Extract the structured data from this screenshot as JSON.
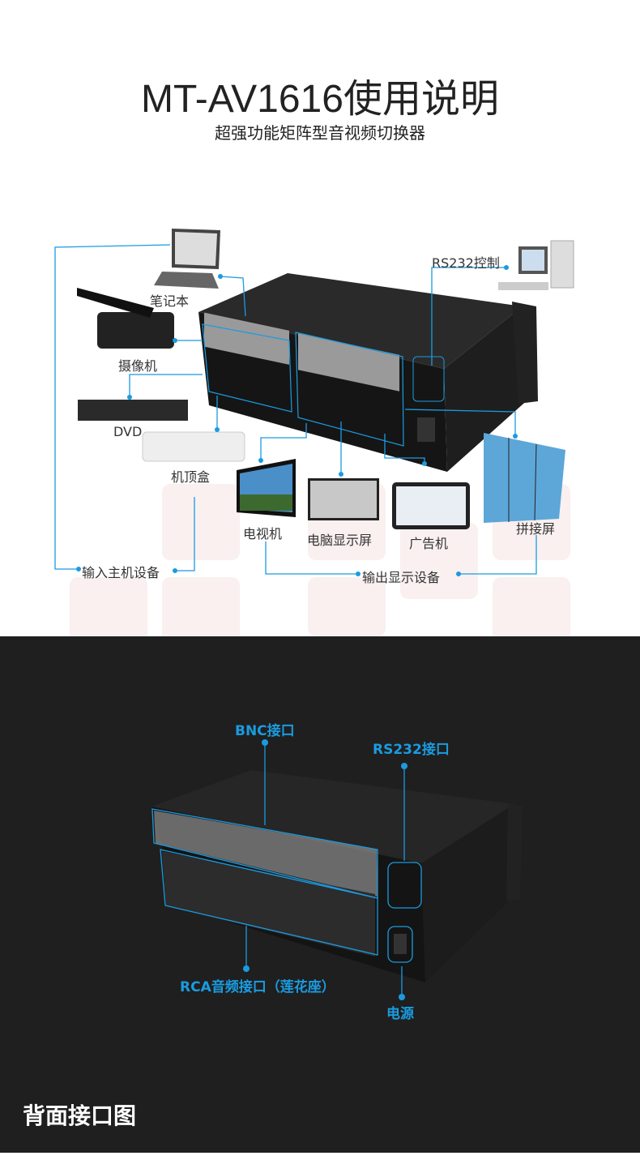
{
  "header": {
    "title": "MT-AV1616使用说明",
    "subtitle": "超强功能矩阵型音视频切换器"
  },
  "diagram": {
    "rs232_control": "RS232控制",
    "inputs": [
      "笔记本",
      "摄像机",
      "DVD",
      "机顶盒"
    ],
    "input_group": "输入主机设备",
    "outputs": [
      "电视机",
      "电脑显示屏",
      "广告机",
      "拼接屏"
    ],
    "output_group": "输出显示设备"
  },
  "rear_panel": {
    "bnc": "BNC接口",
    "rs232": "RS232接口",
    "rca": "RCA音频接口（莲花座）",
    "power": "电源",
    "section_title": "背面接口图"
  },
  "colors": {
    "accent": "#1a9be0",
    "dark_bg": "#1f1f1f",
    "chassis": "#1b1b1b"
  }
}
